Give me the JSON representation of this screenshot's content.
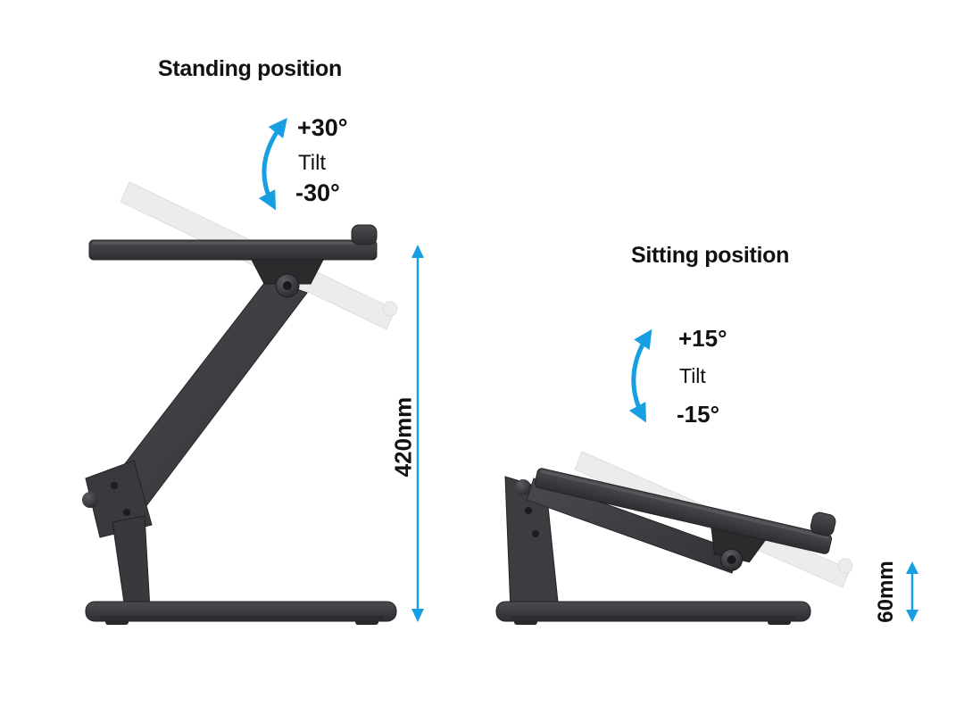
{
  "colors": {
    "accent": "#189fe2",
    "stand_dark": "#3e3e42",
    "ghost_gray": "#ececec",
    "text": "#111111",
    "background": "#ffffff"
  },
  "standing": {
    "title": "Standing position",
    "tilt_up": "+30°",
    "tilt_label": "Tilt",
    "tilt_down": "-30°",
    "height_label": "420mm"
  },
  "sitting": {
    "title": "Sitting position",
    "tilt_up": "+15°",
    "tilt_label": "Tilt",
    "tilt_down": "-15°",
    "height_label": "60mm"
  }
}
